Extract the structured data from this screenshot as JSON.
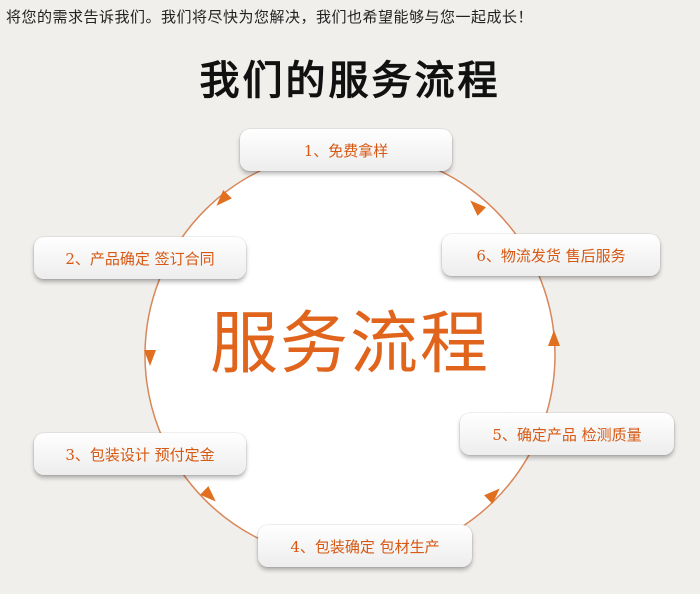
{
  "tagline": "将您的需求告诉我们。我们将尽快为您解决，我们也希望能够与您一起成长！",
  "heading": "我们的服务流程",
  "center_title": "服务流程",
  "steps": [
    "1、免费拿样",
    "2、产品确定  签订合同",
    "3、包装设计  预付定金",
    "4、包装确定  包材生产",
    "5、确定产品  检测质量",
    "6、物流发货  售后服务"
  ],
  "colors": {
    "accent": "#e0641b",
    "ring": "#d8875a",
    "circle": "#ffffff",
    "background": "#f1efec"
  }
}
